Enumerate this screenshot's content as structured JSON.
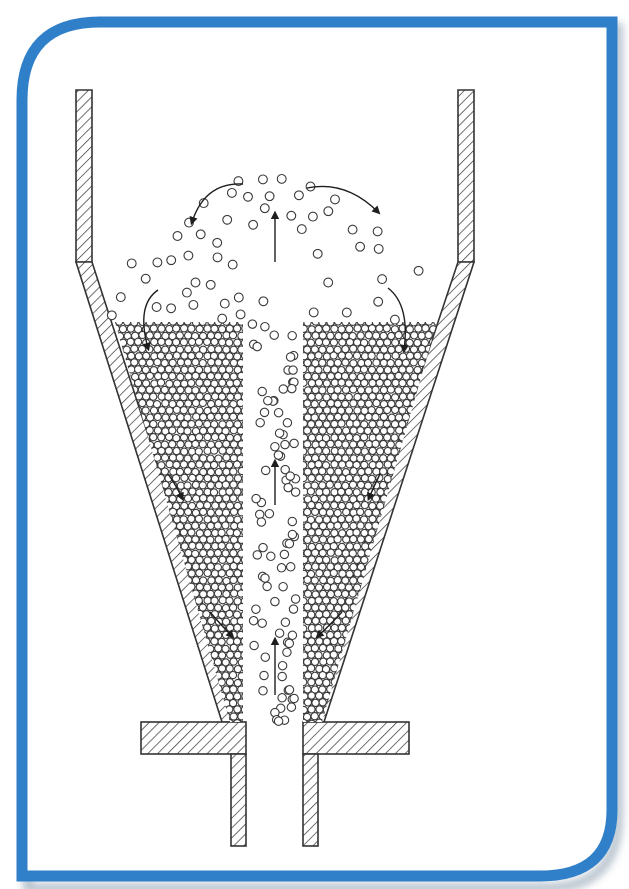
{
  "diagram": {
    "subject": "spouted bed",
    "colors": {
      "frame_border": "#2f7fc9",
      "frame_shadow": "#b9c4cf",
      "wall_stroke": "#333333",
      "particle_stroke": "#3a3a3a",
      "arrow": "#1e1e1e",
      "background": "#ffffff"
    },
    "icons": {
      "flow_arrow": "arrow-icon",
      "particle": "circle-shape",
      "wall_hatch": "diagonal-hatch"
    },
    "flow": {
      "spout": "upward",
      "fountain": "outward",
      "annulus": "downward"
    }
  }
}
